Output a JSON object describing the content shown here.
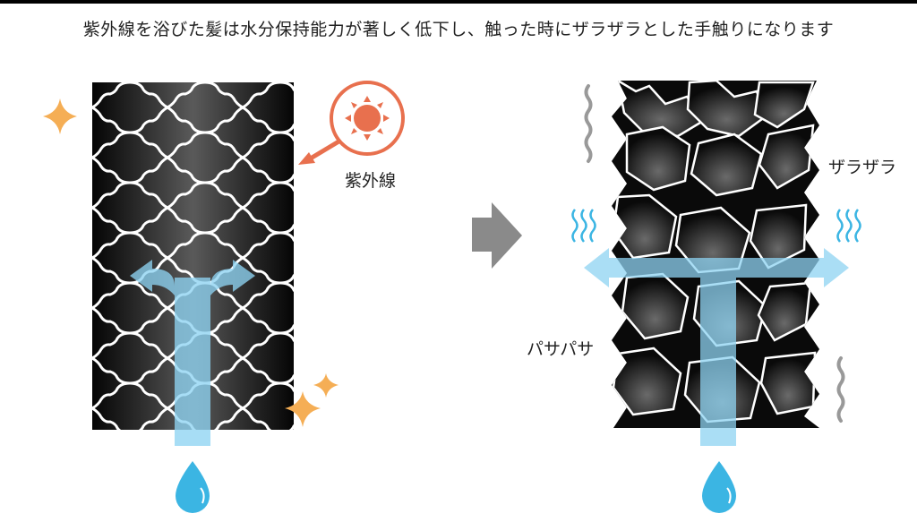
{
  "title": "紫外線を浴びた髪は水分保持能力が著しく低下し、触った時にザラザラとした手触りになります",
  "labels": {
    "uv": "紫外線",
    "rough": "ザラザラ",
    "dry": "パサパサ"
  },
  "colors": {
    "uv_orange": "#E8704E",
    "sparkle": "#F5AE55",
    "water_arrow": "#8ED3F2",
    "water_drop": "#3BB5E3",
    "transition_arrow": "#8A8A8A",
    "wavy_gray": "#999999",
    "hair_dark": "#111111"
  },
  "panels": [
    {
      "name": "healthy-hair",
      "state": "before"
    },
    {
      "name": "damaged-hair",
      "state": "after"
    }
  ]
}
